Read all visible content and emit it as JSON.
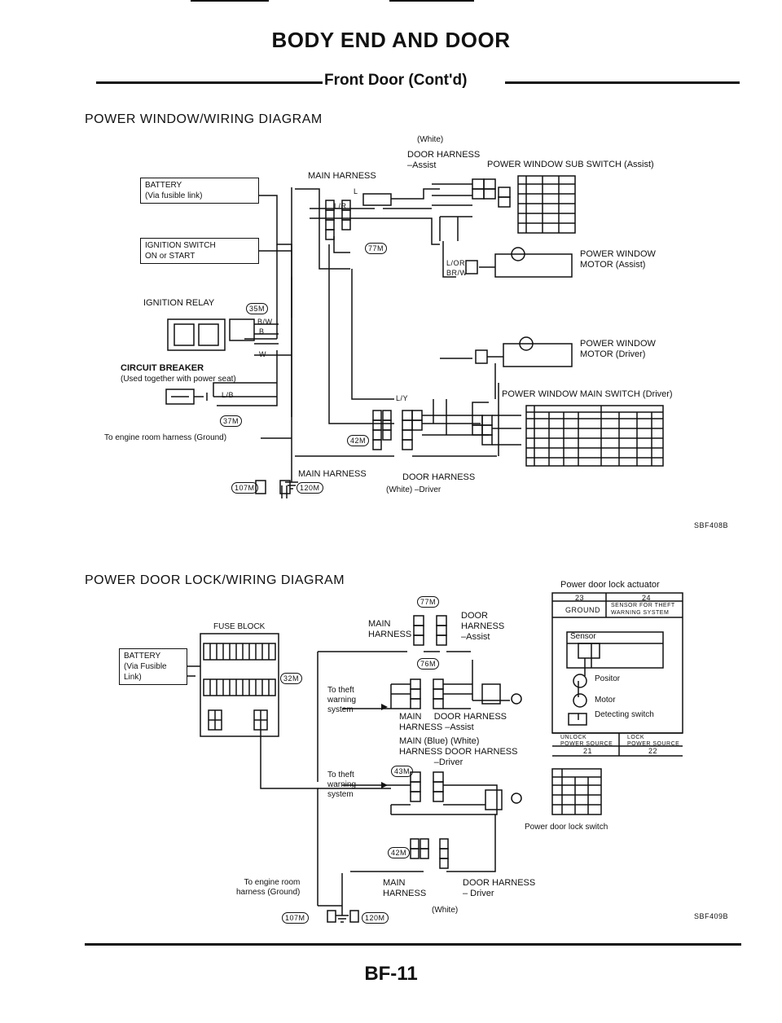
{
  "header": {
    "title": "BODY END AND DOOR",
    "subtitle": "Front Door (Cont'd)"
  },
  "window_diagram": {
    "section_title": "POWER WINDOW/WIRING DIAGRAM",
    "white_top": "(White)",
    "door_harness_assist": "DOOR HARNESS\n–Assist",
    "main_harness_top": "MAIN HARNESS",
    "sub_switch": "POWER WINDOW SUB SWITCH (Assist)",
    "battery": "BATTERY\n(Via fusible link)",
    "ignition_switch": "IGNITION SWITCH\nON or START",
    "ignition_relay": "IGNITION RELAY",
    "circuit_breaker": "CIRCUIT BREAKER",
    "circuit_breaker_note": "(Used together with power seat)",
    "ground_note": "To engine room harness (Ground)",
    "motor_assist": "POWER WINDOW\nMOTOR (Assist)",
    "motor_driver": "POWER WINDOW\nMOTOR (Driver)",
    "main_switch": "POWER WINDOW MAIN SWITCH (Driver)",
    "main_harness_bottom": "MAIN HARNESS",
    "door_harness_bottom": "DOOR HARNESS",
    "white_driver": "(White) –Driver",
    "connectors": [
      "35M",
      "37M",
      "42M",
      "77M",
      "107M",
      "120M"
    ],
    "wires": [
      "L/Y",
      "L/R",
      "L",
      "L/OR",
      "BR/W",
      "B/W",
      "B",
      "W",
      "L/B"
    ],
    "figure_code": "SBF408B"
  },
  "lock_diagram": {
    "section_title": "POWER DOOR LOCK/WIRING DIAGRAM",
    "fuse_block": "FUSE BLOCK",
    "battery": "BATTERY\n(Via Fusible\nLink)",
    "main_harness_top": "MAIN\nHARNESS",
    "door_harness_assist": "DOOR\nHARNESS\n–Assist",
    "theft_1": "To theft\nwarning\nsystem",
    "theft_2": "To theft\nwarning\nsystem",
    "main_door_assist": "MAIN     DOOR HARNESS\nHARNESS –Assist",
    "blue_white": "MAIN (Blue) (White)\nHARNESS DOOR HARNESS\n              –Driver",
    "actuator_title": "Power door lock actuator",
    "actuator_cols": [
      "23",
      "24"
    ],
    "ground_cell": "GROUND",
    "theft_cell": "SENSOR FOR THEFT\nWARNING SYSTEM",
    "sensor": "Sensor",
    "positor": "Positor",
    "motor": "Motor",
    "detecting_switch": "Detecting switch",
    "unlock_cell": "UNLOCK\nPOWER SOURCE",
    "lock_cell": "LOCK\nPOWER SOURCE",
    "bottom_cols": [
      "21",
      "22"
    ],
    "lock_switch": "Power door lock switch",
    "ground_note": "To engine room\nharness (Ground)",
    "main_harness_bottom": "MAIN\nHARNESS",
    "door_harness_driver": "DOOR HARNESS\n– Driver",
    "white_bottom": "(White)",
    "connectors": [
      "32M",
      "42M",
      "43M",
      "76M",
      "77M",
      "107M",
      "120M"
    ],
    "figure_code": "SBF409B"
  },
  "footer": {
    "page": "BF-11"
  }
}
